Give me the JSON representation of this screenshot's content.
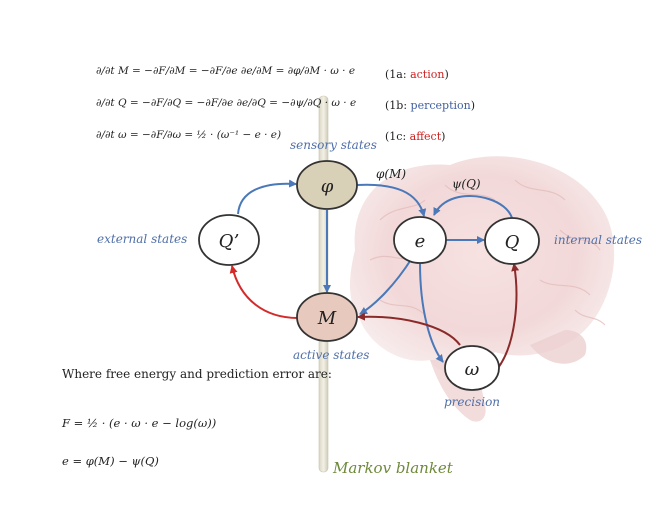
{
  "equations": [
    {
      "text": "∂/∂t M = −∂F/∂M = −∂F/∂e ∂e/∂M = ∂φ/∂M · ω · e",
      "label_prefix": "(1a: ",
      "label_term": "action",
      "label_suffix": ")"
    },
    {
      "text": "∂/∂t Q = −∂F/∂Q = −∂F/∂e ∂e/∂Q = −∂ψ/∂Q · ω · e",
      "label_prefix": "(1b: ",
      "label_term": "perception",
      "label_suffix": ")"
    },
    {
      "text": "∂/∂t ω = −∂F/∂ω = ½ · (ω⁻¹ − e · e)",
      "label_prefix": "(1c: ",
      "label_term": "affect",
      "label_suffix": ")"
    }
  ],
  "states": {
    "sensory": "sensory states",
    "external": "external states",
    "internal": "internal states",
    "active": "active states",
    "precision": "precision"
  },
  "nodes": {
    "phi": "φ",
    "q_prime": "Q’",
    "e": "e",
    "q": "Q",
    "m": "M",
    "omega": "ω"
  },
  "arrow_labels": {
    "phi_of_m": "φ(M)",
    "psi_of_q": "ψ(Q)"
  },
  "text": {
    "free_energy_intro": "Where free energy and prediction error are:",
    "formula_f": "F = ½ · (e · ω · e − log(ω))",
    "formula_e": "e  =  φ(M)  −  ψ(Q)",
    "markov_blanket": "Markov blanket"
  },
  "colors": {
    "blue_arrow": "#4a78b8",
    "red_arrow": "#d42a2a",
    "dark_red_arrow": "#8b2a2a",
    "node_fill_tan": "#d9d0b8",
    "node_fill_pink": "#e8c9bd",
    "node_stroke": "#333333",
    "state_label": "#4f6fa8",
    "markov_label": "#6e8a3a",
    "action_red": "#cc1f1f"
  }
}
